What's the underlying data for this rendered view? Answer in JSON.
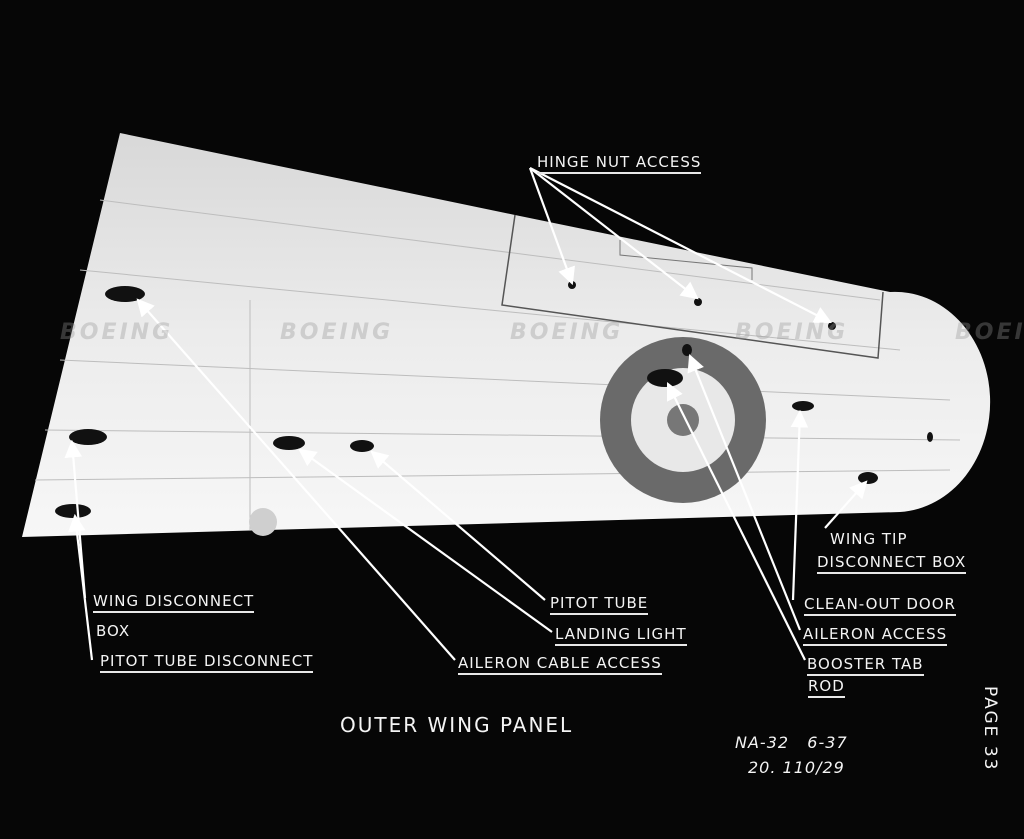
{
  "watermark": "BOEING",
  "labels": {
    "hinge_nut_access": "HINGE NUT ACCESS",
    "wing_tip_1": "WING TIP",
    "wing_tip_2": "DISCONNECT BOX",
    "clean_out_door": "CLEAN-OUT DOOR",
    "aileron_access": "AILERON ACCESS",
    "booster_tab_1": "BOOSTER TAB",
    "booster_tab_2": "ROD",
    "pitot_tube": "PITOT TUBE",
    "landing_light": "LANDING LIGHT",
    "aileron_cable_access": "AILERON CABLE ACCESS",
    "wing_disconnect_1": "WING DISCONNECT",
    "wing_disconnect_2": "BOX",
    "pitot_tube_disconnect": "PITOT TUBE DISCONNECT"
  },
  "title": "OUTER WING PANEL",
  "ref_line_1": "NA-32   6-37",
  "ref_line_2": "20. 110/29",
  "page": "PAGE 33",
  "colors": {
    "background": "#060606",
    "wing": "#e2e2e2",
    "roundel": "#6a6a6a"
  }
}
